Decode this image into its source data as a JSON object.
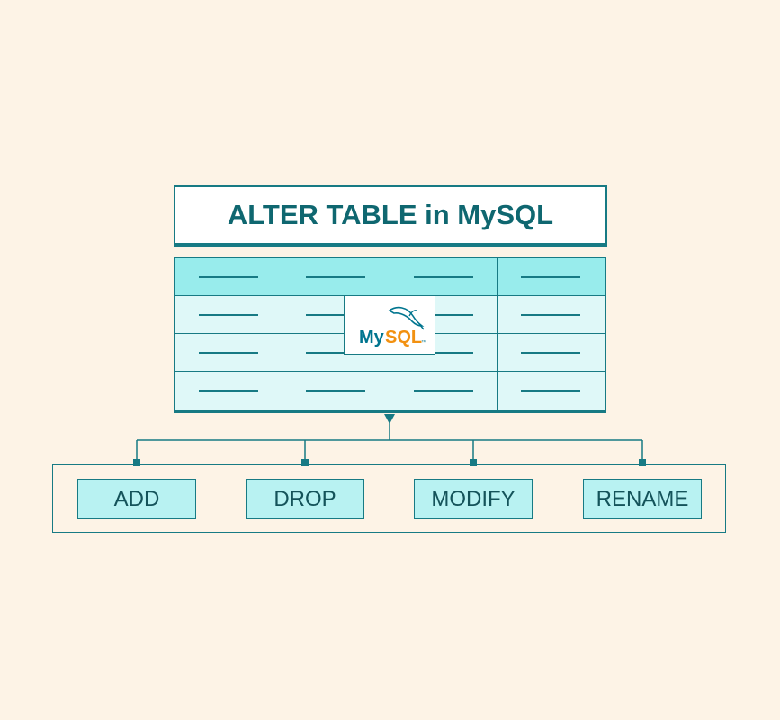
{
  "title": "ALTER TABLE in MySQL",
  "logo": {
    "icon": "mysql-dolphin-icon",
    "text_my": "My",
    "text_sql": "SQL",
    "tm": "™"
  },
  "operations": [
    "ADD",
    "DROP",
    "MODIFY",
    "RENAME"
  ],
  "colors": {
    "background": "#fdf3e6",
    "accent": "#177a84",
    "header_cell": "#98ecec",
    "body_cell": "#dff8f8",
    "op_fill": "#b8f2f2",
    "logo_blue": "#00758f",
    "logo_orange": "#f29111"
  }
}
